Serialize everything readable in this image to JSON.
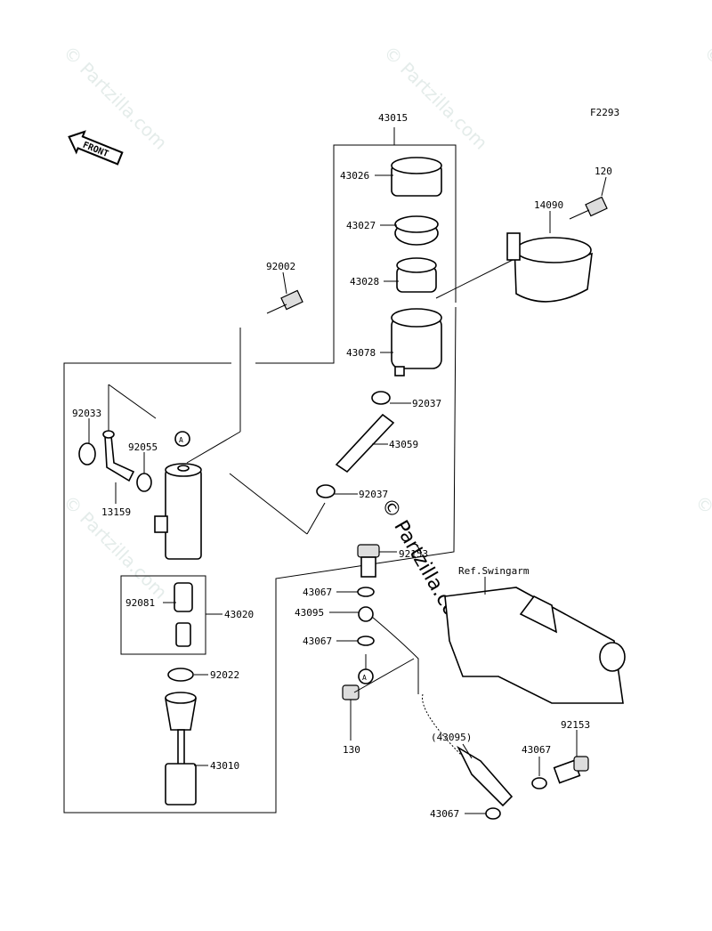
{
  "diagram_code": "F2293",
  "front_arrow": "FRONT",
  "watermark": "© Partzilla.com",
  "labels": {
    "assy_43015": "43015",
    "cap_43026": "43026",
    "p_43027": "43027",
    "p_43028": "43028",
    "reservoir_43078": "43078",
    "clamp_92037_a": "92037",
    "hose_43059": "43059",
    "clamp_92037_b": "92037",
    "guard_14090": "14090",
    "bolt_120": "120",
    "bolt_92002": "92002",
    "circlip_92033": "92033",
    "oring_92055": "92055",
    "fitting_13159": "13159",
    "piston_43020": "43020",
    "spring_92081": "92081",
    "circlip_92022": "92022",
    "pushrod_43010": "43010",
    "banjo_92153_a": "92153",
    "washer_43067_a": "43067",
    "hose_43095": "43095",
    "washer_43067_b": "43067",
    "bolt_130": "130",
    "ref_swingarm": "Ref.Swingarm",
    "hose_43095_ref": "(43095)",
    "washer_43067_c": "43067",
    "banjo_92153_b": "92153",
    "washer_43067_d": "43067",
    "marker_a1": "A",
    "marker_a2": "A"
  }
}
